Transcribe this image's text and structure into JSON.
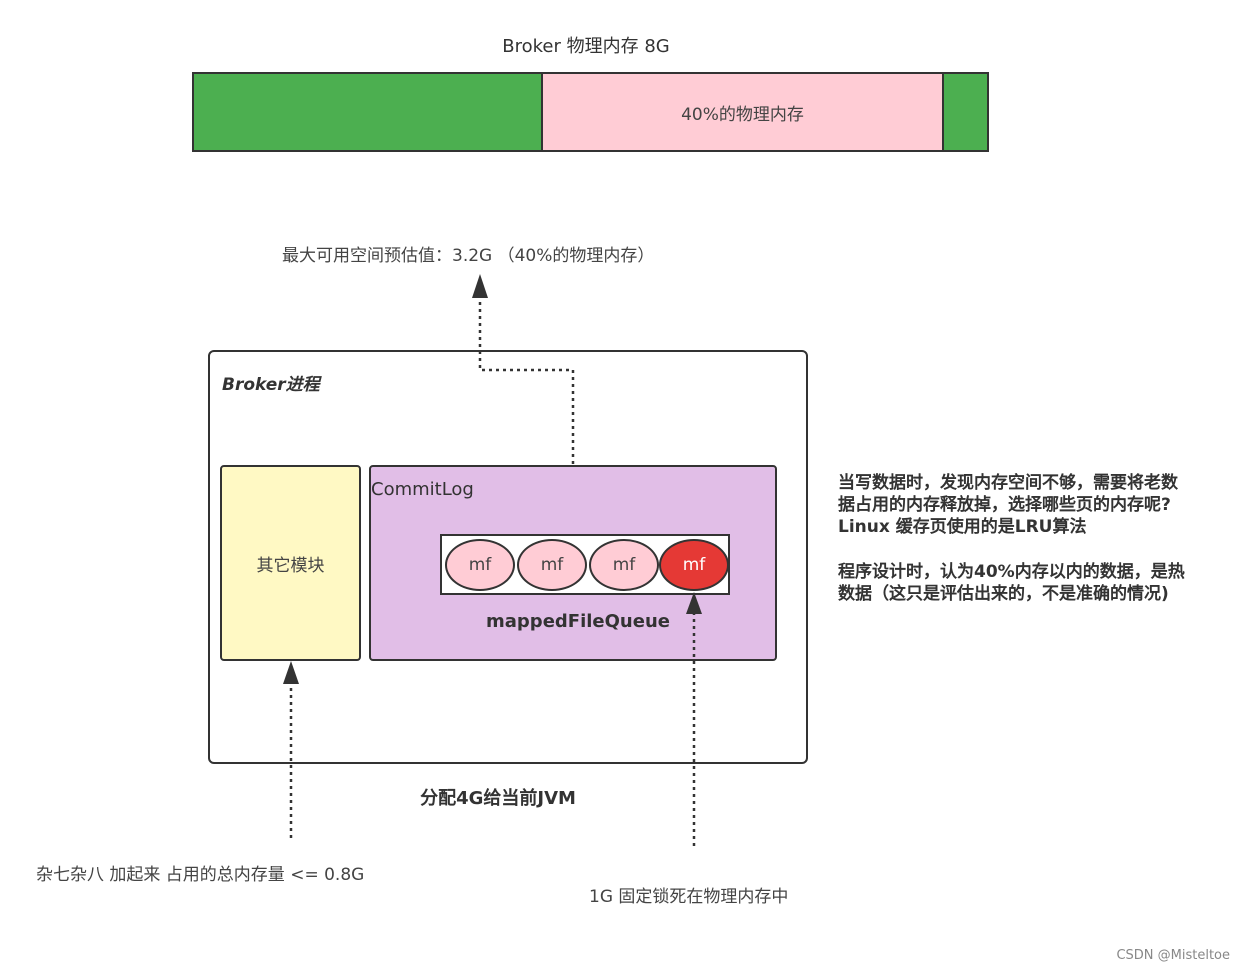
{
  "memory": {
    "title": "Broker 物理内存 8G",
    "middle_segment_label": "40%的物理内存",
    "colors": {
      "used": "#4caf50",
      "page_cache": "#ffccd5"
    }
  },
  "max_available_label": "最大可用空间预估值：3.2G （40%的物理内存）",
  "broker": {
    "title": "Broker进程",
    "other_module": "其它模块",
    "commitlog_title": "CommitLog",
    "mapped_files": [
      {
        "label": "mf",
        "state": "normal"
      },
      {
        "label": "mf",
        "state": "normal"
      },
      {
        "label": "mf",
        "state": "normal"
      },
      {
        "label": "mf",
        "state": "hot"
      }
    ],
    "queue_label": "mappedFileQueue",
    "colors": {
      "other_module": "#fff9c4",
      "commitlog": "#e1bee7",
      "hot_file": "#e53935"
    }
  },
  "jvm_label": "分配4G给当前JVM",
  "misc_label": "杂七杂八 加起来 占用的总内存量 <= 0.8G",
  "lock_label": "1G 固定锁死在物理内存中",
  "notes": [
    "当写数据时，发现内存空间不够，需要将老数",
    "据占用的内存释放掉，选择哪些页的内存呢?",
    "Linux 缓存页使用的是LRU算法",
    "",
    "程序设计时，认为40%内存以内的数据，是热",
    "数据（这只是评估出来的，不是准确的情况)"
  ],
  "watermark": "CSDN @Misteltoe"
}
